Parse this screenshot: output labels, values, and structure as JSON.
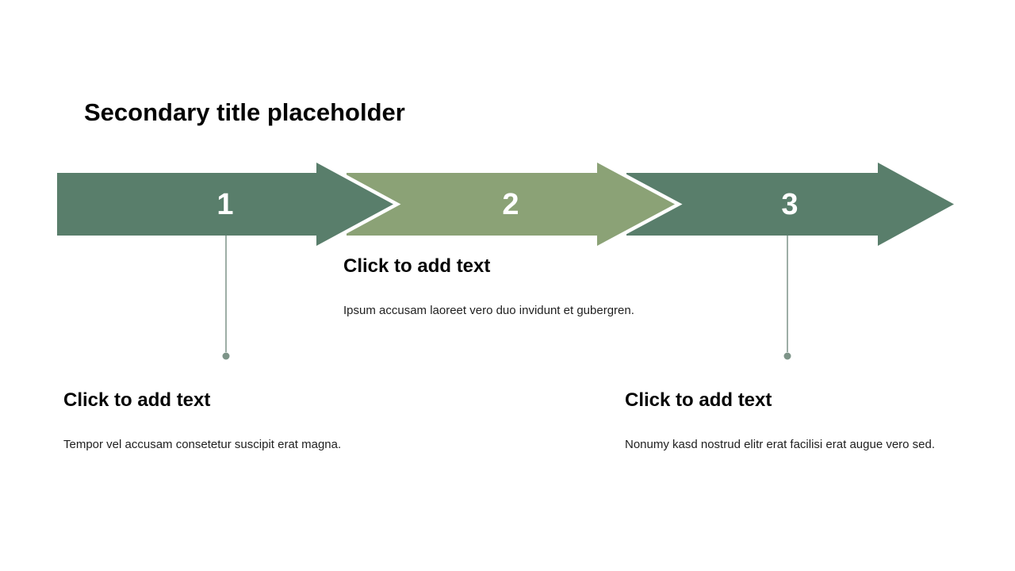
{
  "slide": {
    "title": "Secondary title placeholder",
    "background_color": "#ffffff"
  },
  "process": {
    "steps": [
      {
        "number": "1",
        "color": "#597e6b"
      },
      {
        "number": "2",
        "color": "#8ba276"
      },
      {
        "number": "3",
        "color": "#597e6b"
      }
    ],
    "arrow_outline_color": "#ffffff",
    "connector_color": "#7d9488",
    "number_text_color": "#ffffff"
  },
  "text_blocks": {
    "middle": {
      "heading": "Click to add text",
      "body": "Ipsum accusam laoreet vero duo invidunt et gubergren."
    },
    "bottom_left": {
      "heading": "Click to add text",
      "body": "Tempor vel accusam consetetur suscipit erat magna."
    },
    "bottom_right": {
      "heading": "Click to add text",
      "body": "Nonumy kasd nostrud elitr erat facilisi erat augue vero sed."
    }
  }
}
